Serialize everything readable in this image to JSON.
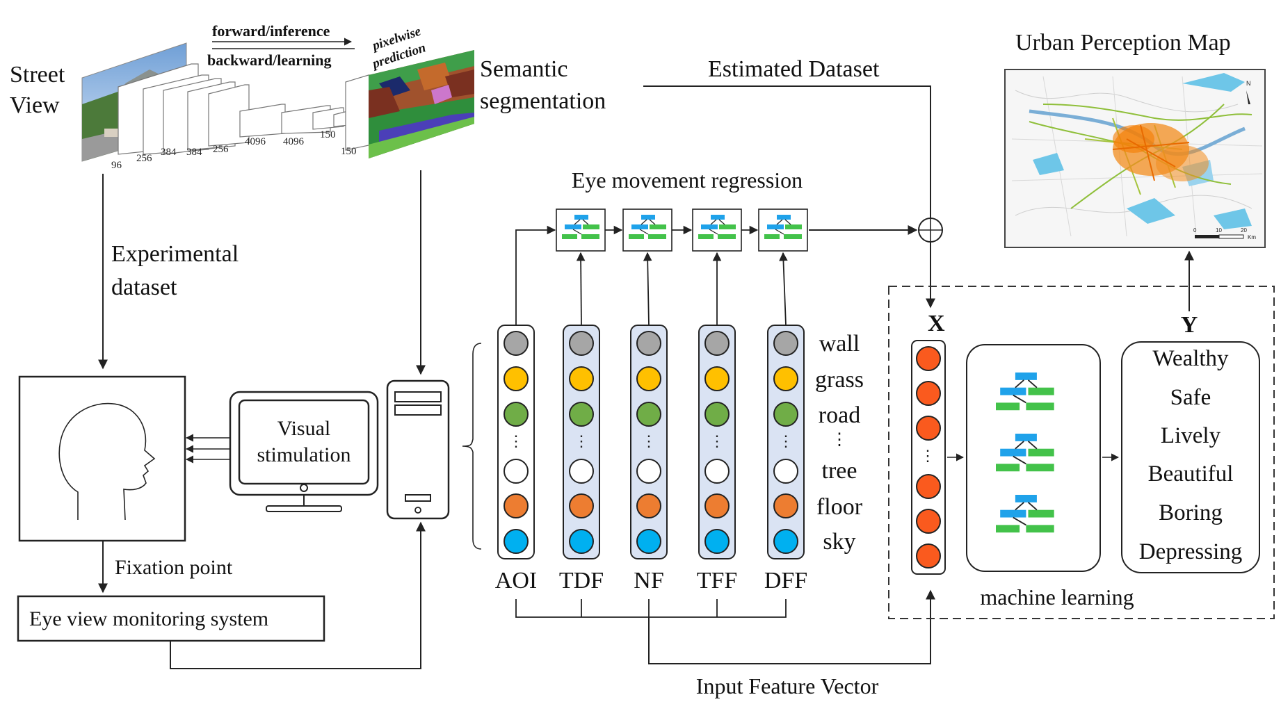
{
  "labels": {
    "street_view_l1": "Street",
    "street_view_l2": "View",
    "forward": "forward/inference",
    "backward": "backward/learning",
    "pixelwise_l1": "pixelwise",
    "pixelwise_l2": "prediction",
    "semantic_l1": "Semantic",
    "semantic_l2": "segmentation",
    "estimated_dataset": "Estimated Dataset",
    "urban_map_title": "Urban Perception Map",
    "experimental_l1": "Experimental",
    "experimental_l2": "dataset",
    "eye_regression": "Eye movement regression",
    "visual_l1": "Visual",
    "visual_l2": "stimulation",
    "fixation_point": "Fixation point",
    "eye_view_system": "Eye view monitoring system",
    "input_feature_vector": "Input Feature Vector",
    "machine_learning": "machine learning",
    "x_label": "X",
    "y_label": "Y",
    "map_north": "N",
    "map_scale_0": "0",
    "map_scale_10": "10",
    "map_scale_20": "20",
    "map_scale_unit": "Km"
  },
  "cnn_layer_sizes": [
    "96",
    "256",
    "384",
    "384",
    "256",
    "4096",
    "4096",
    "150",
    "150"
  ],
  "feature_columns": [
    "AOI",
    "TDF",
    "NF",
    "TFF",
    "DFF"
  ],
  "semantic_classes": [
    "wall",
    "grass",
    "road",
    "⋮",
    "tree",
    "floor",
    "sky"
  ],
  "perception_outputs": [
    "Wealthy",
    "Safe",
    "Lively",
    "Beautiful",
    "Boring",
    "Depressing"
  ],
  "colors": {
    "circle_gray": "#a6a6a6",
    "circle_yellow": "#ffc000",
    "circle_green": "#70ad47",
    "circle_white": "#ffffff",
    "circle_orange": "#ed7d31",
    "circle_blue": "#00b0f0",
    "x_vector_red": "#fa5a1e",
    "column_fill": "#dae3f3",
    "tree_blue": "#1fa2ea",
    "tree_green": "#43c24a"
  }
}
